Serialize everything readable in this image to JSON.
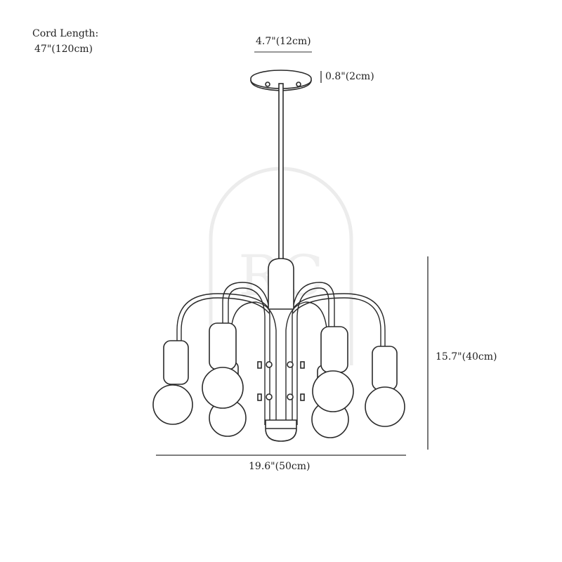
{
  "watermark": "RC",
  "cord_length": {
    "label": "Cord Length:",
    "value": "47\"(120cm)"
  },
  "dimensions": {
    "canopy_width": "4.7\"(12cm)",
    "canopy_height": "0.8\"(2cm)",
    "fixture_height": "15.7\"(40cm)",
    "fixture_width": "19.6\"(50cm)"
  },
  "colors": {
    "line": "#2a2a2a",
    "watermark": "#ececec"
  }
}
